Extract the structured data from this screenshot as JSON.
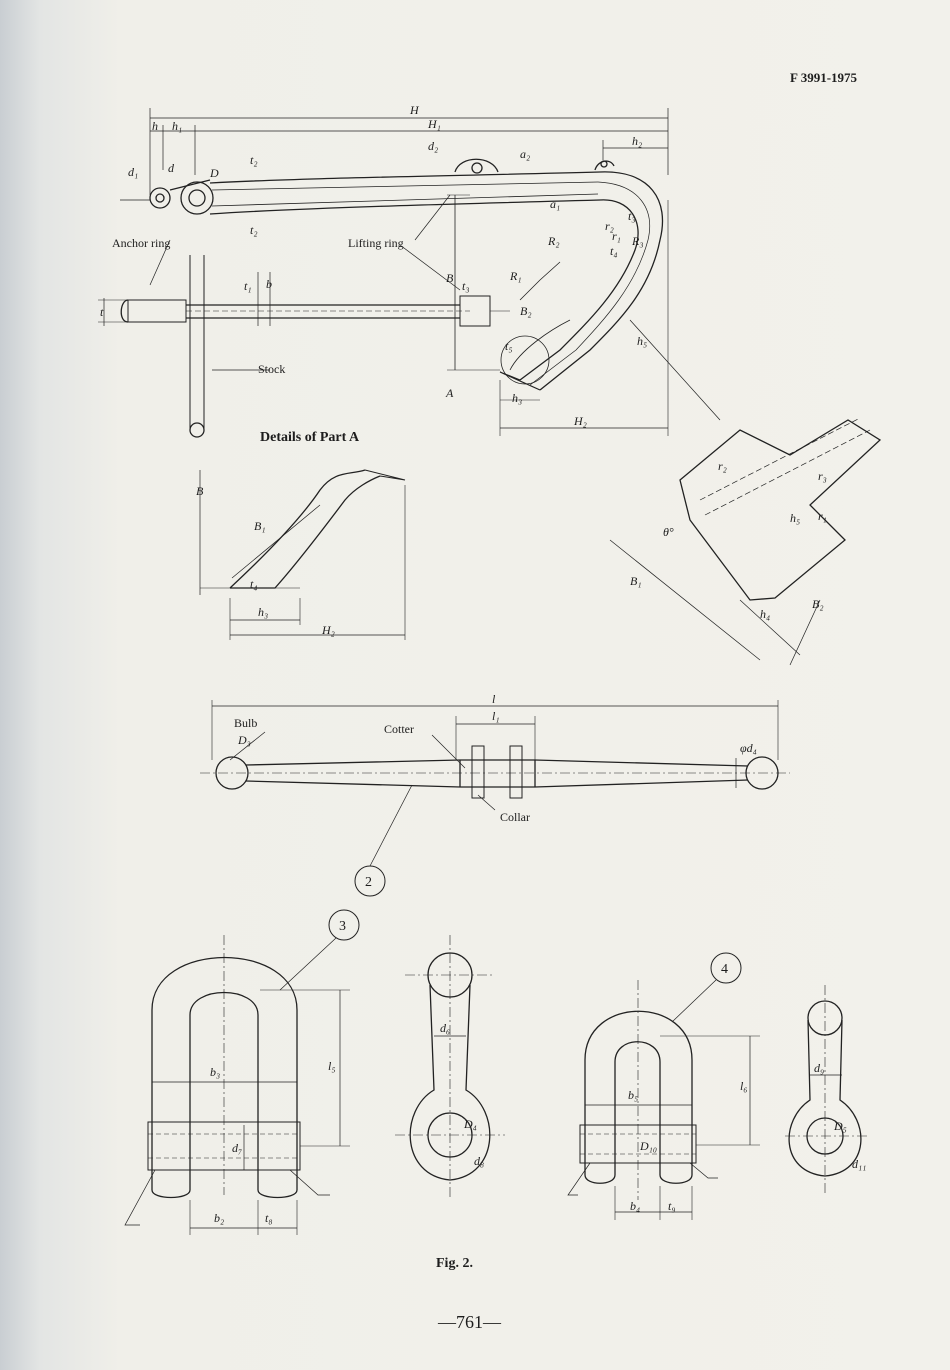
{
  "header": {
    "doc_number": "F 3991-1975"
  },
  "figure": {
    "caption": "Fig. 2.",
    "page_number": "—761—",
    "details_title": "Details of Part A",
    "labels": {
      "anchor_ring": "Anchor ring",
      "lifting_ring": "Lifting ring",
      "stock": "Stock",
      "bulb": "Bulb",
      "cotter": "Cotter",
      "collar": "Collar"
    },
    "callouts": [
      "2",
      "3",
      "4"
    ],
    "dims_anchor": [
      "H",
      "H₁",
      "h",
      "h₁",
      "h₂",
      "d₂",
      "a₂",
      "d₁",
      "d",
      "D",
      "t₂",
      "a₁",
      "r₂",
      "t₂",
      "R₃",
      "R₂",
      "R₁",
      "t₁",
      "b",
      "t",
      "t₃",
      "B",
      "B₂",
      "h₅",
      "t₅",
      "A",
      "h₃",
      "H₂",
      "r₁",
      "t₄",
      "t₃"
    ],
    "dims_detail": [
      "B",
      "B₁",
      "t₄",
      "h₃",
      "H₂"
    ],
    "dims_section": [
      "r₂",
      "r₃",
      "h₅",
      "r₁",
      "θ°",
      "B₁",
      "h₄",
      "B₂"
    ],
    "dims_stock": [
      "l",
      "l₁",
      "D₃",
      "φd₄"
    ],
    "dims_shackle3": [
      "b₃",
      "l₅",
      "d₇",
      "b₂",
      "t₈",
      "d₆",
      "D₄",
      "d₈"
    ],
    "dims_shackle4": [
      "b₅",
      "l₆",
      "D₁₀",
      "b₄",
      "t₉",
      "d₉",
      "D₅",
      "d₁₁"
    ]
  }
}
